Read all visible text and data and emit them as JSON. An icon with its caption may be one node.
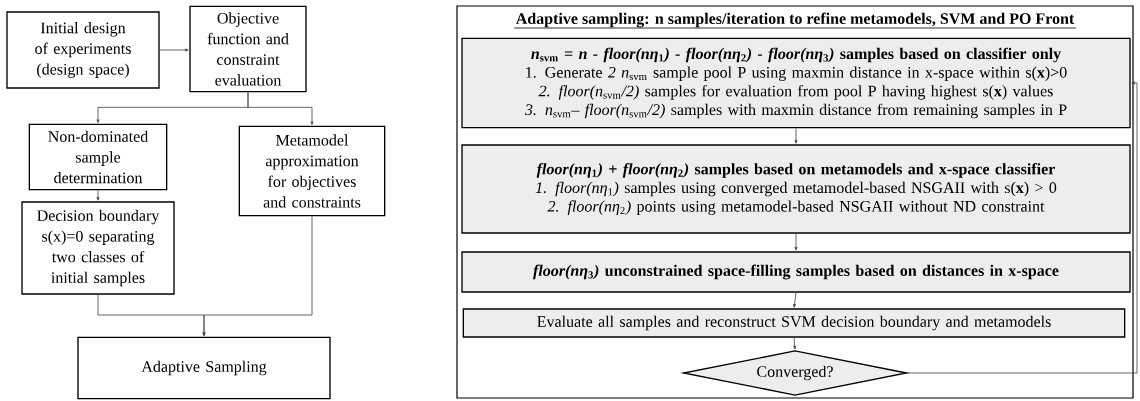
{
  "diagram": {
    "nodes": [
      {
        "text": [
          "Initial design of experiments (design space)"
        ]
      },
      {
        "text": [
          "Objective function and constraint evaluation"
        ]
      },
      {
        "text": [
          "Non-dominated sample determination"
        ]
      },
      {
        "text": [
          "Metamodel approximation for objectives and constraints"
        ]
      },
      {
        "text": [
          "Decision boundary s(x)=0 separating two classes of initial samples"
        ]
      },
      {
        "text": [
          "Adaptive Sampling"
        ]
      },
      {
        "text": [
          "Adaptive sampling: n samples/iteration to refine metamodels, SVM and PO Front"
        ]
      },
      {
        "text": [
          "*n*$_{svm}$ = *n - floor(nη*$_{1}$*) - floor(nη*$_{2}$*) - floor(nη*$_{3}$*)* samples based on classifier only",
          "1.  Generate *2 n*$_{svm}$ sample pool P using maxmin distance in x-space within s(**x**)>0",
          "*2.  floor(n*$_{svm}$*/2)* samples for evaluation from pool P having highest s(**x**) values",
          "*3.  n*$_{svm}$*– floor(n*$_{svm}$*/2)*  samples with maxmin distance from remaining samples in P"
        ],
        "in": 6
      },
      {
        "text": [
          "*floor(nη*$_{1}$*)* + *floor(nη*$_{2}$*)*  samples based on metamodels and x-space classifier",
          "*1.  floor(nη*$_{1}$*)*  samples using converged metamodel-based NSGAII with s(**x**) > 0",
          "*2.  floor(nη*$_{2}$*)* points using metamodel-based NSGAII without ND constraint"
        ],
        "in": 6
      },
      {
        "text": [
          "*floor(nη*$_{3}$*)*  unconstrained space-filling samples based on distances in x-space"
        ],
        "in": 6
      },
      {
        "text": [
          "Evaluate all samples and reconstruct SVM decision boundary and metamodels"
        ],
        "in": 6
      },
      {
        "text": [
          "Converged?"
        ],
        "in": 6
      }
    ],
    "edges": [
      {
        "from": 0,
        "to": 1,
        "arrow": "to"
      },
      {
        "from": 1,
        "to": 2,
        "arrow": "to"
      },
      {
        "from": 1,
        "to": 3,
        "arrow": "to"
      },
      {
        "from": 2,
        "to": 4,
        "arrow": "to"
      },
      {
        "from": 4,
        "to": 5,
        "arrow": "to"
      },
      {
        "from": 3,
        "to": 5,
        "arrow": "to"
      },
      {
        "from": 7,
        "to": 8,
        "arrow": "to"
      },
      {
        "from": 8,
        "to": 9,
        "arrow": "to"
      },
      {
        "from": 9,
        "to": 10,
        "arrow": "to"
      },
      {
        "from": 10,
        "to": 11,
        "arrow": "to"
      },
      {
        "from": 11,
        "to": 7,
        "arrow": "to"
      }
    ]
  }
}
